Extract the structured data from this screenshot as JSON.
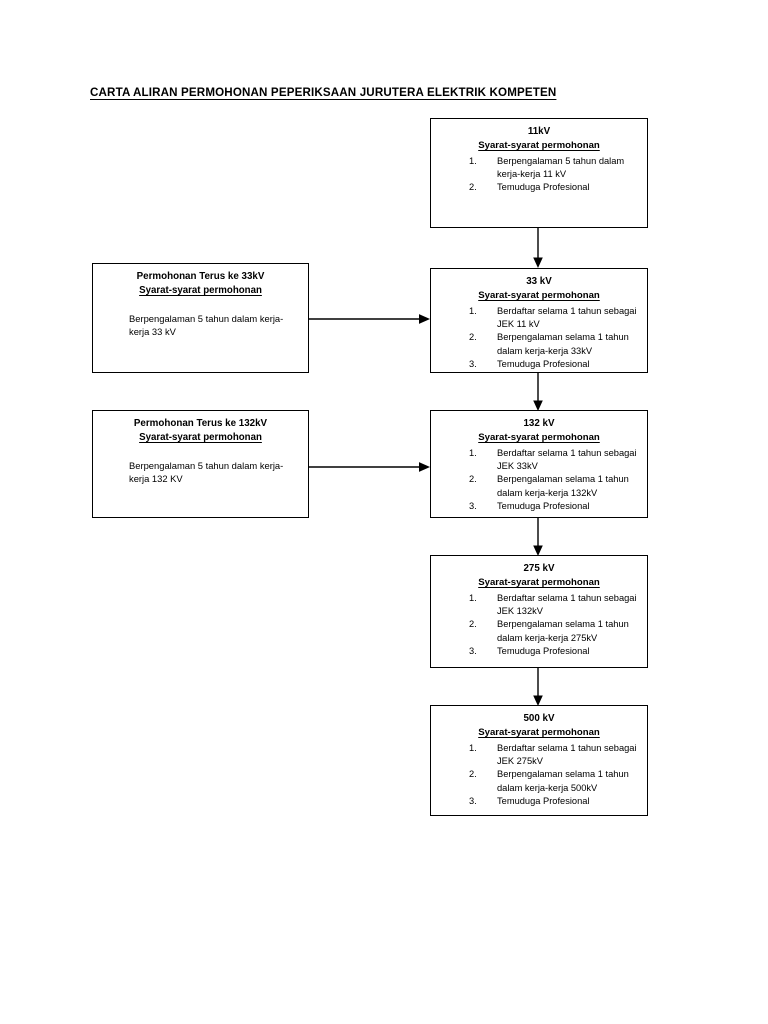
{
  "title": "CARTA ALIRAN PERMOHONAN PEPERIKSAAN JURUTERA ELEKTRIK KOMPETEN",
  "colors": {
    "background": "#ffffff",
    "text": "#000000",
    "box_border": "#000000",
    "connector": "#000000"
  },
  "common": {
    "requirements_heading": "Syarat-syarat permohonan",
    "interview": "Temuduga Profesional"
  },
  "main_flow": [
    {
      "id": "11kv",
      "level": "11kV",
      "subtitle": "Syarat-syarat permohonan",
      "requirements": [
        {
          "num": "1.",
          "text": "Berpengalaman 5 tahun dalam kerja-kerja 11 kV"
        },
        {
          "num": "2.",
          "text": "Temuduga Profesional"
        }
      ]
    },
    {
      "id": "33kv",
      "level": "33 kV",
      "subtitle": "Syarat-syarat permohonan",
      "requirements": [
        {
          "num": "1.",
          "text": "Berdaftar selama 1 tahun sebagai JEK 11 kV"
        },
        {
          "num": "2.",
          "text": "Berpengalaman selama 1 tahun dalam kerja-kerja 33kV"
        },
        {
          "num": "3.",
          "text": "Temuduga Profesional"
        }
      ]
    },
    {
      "id": "132kv",
      "level": "132 kV",
      "subtitle": "Syarat-syarat permohonan",
      "requirements": [
        {
          "num": "1.",
          "text": "Berdaftar selama 1 tahun sebagai JEK 33kV"
        },
        {
          "num": "2.",
          "text": "Berpengalaman selama 1 tahun dalam kerja-kerja 132kV"
        },
        {
          "num": "3.",
          "text": "Temuduga Profesional"
        }
      ]
    },
    {
      "id": "275kv",
      "level": "275 kV",
      "subtitle": "Syarat-syarat permohonan",
      "requirements": [
        {
          "num": "1.",
          "text": "Berdaftar selama 1 tahun sebagai JEK 132kV"
        },
        {
          "num": "2.",
          "text": "Berpengalaman selama 1 tahun dalam kerja-kerja 275kV"
        },
        {
          "num": "3.",
          "text": "Temuduga Profesional"
        }
      ]
    },
    {
      "id": "500kv",
      "level": "500 kV",
      "subtitle": "Syarat-syarat permohonan",
      "requirements": [
        {
          "num": "1.",
          "text": "Berdaftar selama 1 tahun sebagai JEK 275kV"
        },
        {
          "num": "2.",
          "text": "Berpengalaman selama 1 tahun dalam kerja-kerja 500kV"
        },
        {
          "num": "3.",
          "text": "Temuduga Profesional"
        }
      ]
    }
  ],
  "direct_entry": [
    {
      "id": "direct-33kv",
      "heading": "Permohonan Terus ke 33kV",
      "subtitle": "Syarat-syarat permohonan",
      "body": "Berpengalaman 5 tahun dalam kerja-kerja 33 kV",
      "target": "33 kV"
    },
    {
      "id": "direct-132kv",
      "heading": "Permohonan Terus ke 132kV",
      "subtitle": "Syarat-syarat permohonan",
      "body": "Berpengalaman 5 tahun dalam kerja-kerja 132 KV",
      "target": "132 kV"
    }
  ],
  "connectors": [
    {
      "id": "arrow-11kv-to-33kv",
      "from": "11kV",
      "to": "33 kV",
      "direction": "down"
    },
    {
      "id": "arrow-33kv-to-132kv",
      "from": "33 kV",
      "to": "132 kV",
      "direction": "down"
    },
    {
      "id": "arrow-132kv-to-275kv",
      "from": "132 kV",
      "to": "275 kV",
      "direction": "down"
    },
    {
      "id": "arrow-275kv-to-500kv",
      "from": "275 kV",
      "to": "500 kV",
      "direction": "down"
    },
    {
      "id": "arrow-direct33-to-33kv",
      "from": "Permohonan Terus ke 33kV",
      "to": "33 kV",
      "direction": "right"
    },
    {
      "id": "arrow-direct132-to-132kv",
      "from": "Permohonan Terus ke 132kV",
      "to": "132 kV",
      "direction": "right"
    }
  ]
}
